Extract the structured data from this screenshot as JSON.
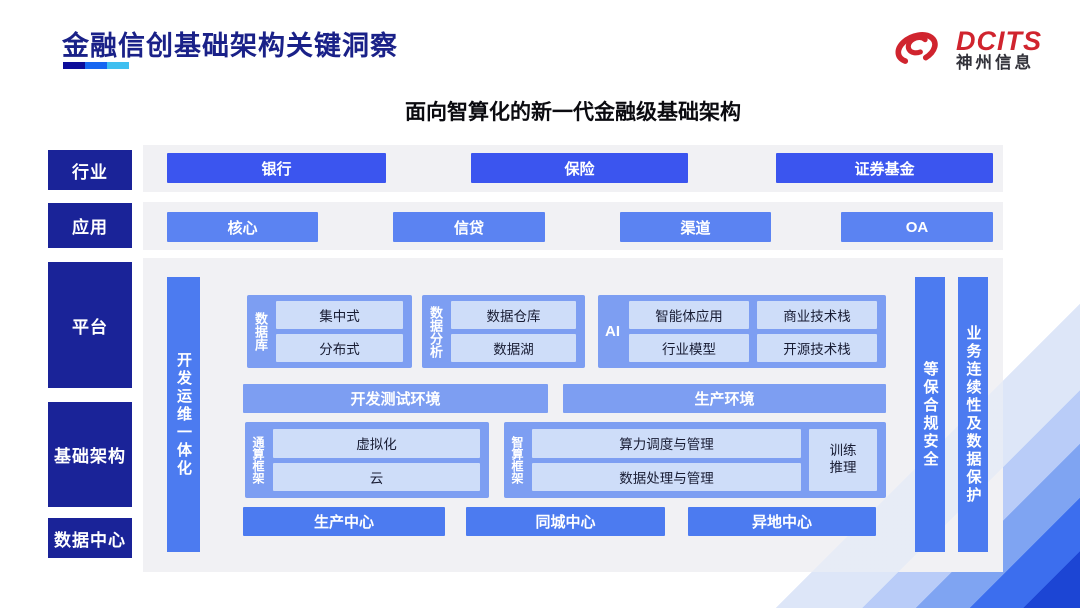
{
  "slide": {
    "title": "金融信创基础架构关键洞察",
    "logo": {
      "brand": "DCITS",
      "company": "神州信息"
    },
    "diagram_title": "面向智算化的新一代金融级基础架构",
    "layers": {
      "industry": "行业",
      "application": "应用",
      "platform": "平台",
      "infrastructure": "基础架构",
      "datacenter": "数据中心"
    },
    "industry_row": {
      "bank": "银行",
      "insurance": "保险",
      "securities": "证券基金"
    },
    "application_row": {
      "core": "核心",
      "credit": "信贷",
      "channel": "渠道",
      "oa": "OA"
    },
    "devops_bar": "开发运维一体化",
    "security_bar": "等保合规安全",
    "continuity_bar": "业务连续性及数据保护",
    "platform_groups": {
      "database": {
        "label": "数据库",
        "item1": "集中式",
        "item2": "分布式"
      },
      "analytics": {
        "label": "数据分析",
        "item1": "数据仓库",
        "item2": "数据湖"
      },
      "ai": {
        "label": "AI",
        "item1": "智能体应用",
        "item2": "商业技术栈",
        "item3": "行业模型",
        "item4": "开源技术栈"
      }
    },
    "env_row": {
      "dev_test": "开发测试环境",
      "production": "生产环境"
    },
    "frameworks": {
      "general": {
        "label": "通算框架",
        "item1": "虚拟化",
        "item2": "云"
      },
      "ai_compute": {
        "label": "智算框架",
        "item1": "算力调度与管理",
        "item2": "数据处理与管理",
        "side": "训练\n推理"
      }
    },
    "dc_row": {
      "production": "生产中心",
      "same_city": "同城中心",
      "remote": "异地中心"
    },
    "colors": {
      "navy": "#1A2398",
      "industry_blue": "#3B55EF",
      "application_blue": "#5B83F2",
      "bar_blue": "#4C7BF0",
      "container_blue": "#7D9EF2",
      "chip_blue": "#CEDDF9",
      "panel_gray": "#F1F1F4",
      "logo_red": "#D0242E",
      "title_navy": "#1A2188"
    }
  }
}
